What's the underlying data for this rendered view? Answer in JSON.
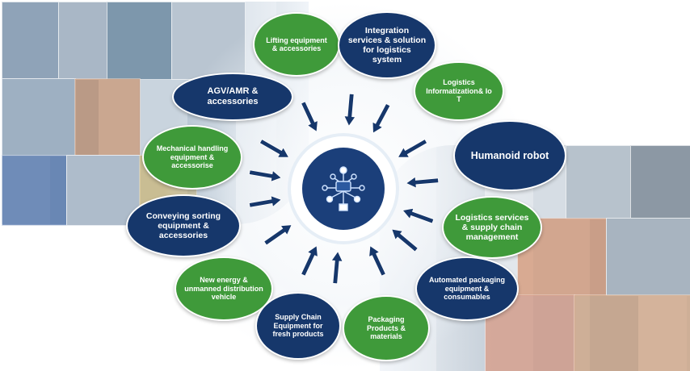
{
  "colors": {
    "navy": "#16376b",
    "green": "#3f9a3a",
    "hub": "#1b3f7a",
    "arrow": "#16376b"
  },
  "hub": {
    "icon": "network-tech-icon"
  },
  "nodes": [
    {
      "id": "lifting",
      "label": "Lifting equipment & accessories",
      "color": "green"
    },
    {
      "id": "integration",
      "label": "Integration services & solution for logistics system",
      "color": "navy"
    },
    {
      "id": "agv",
      "label": "AGV/AMR & accessories",
      "color": "navy"
    },
    {
      "id": "info",
      "label": "Logistics Informatization& Io T",
      "color": "green"
    },
    {
      "id": "mechanical",
      "label": "Mechanical handling equipment & accessorise",
      "color": "green"
    },
    {
      "id": "humanoid",
      "label": "Humanoid robot",
      "color": "navy"
    },
    {
      "id": "conveying",
      "label": "Conveying sorting equipment & accessories",
      "color": "navy"
    },
    {
      "id": "services",
      "label": "Logistics services & supply chain management",
      "color": "green"
    },
    {
      "id": "newenergy",
      "label": "New energy & unmanned distribution vehicle",
      "color": "green"
    },
    {
      "id": "packaging",
      "label": "Automated packaging equipment & consumables",
      "color": "navy"
    },
    {
      "id": "supplychain",
      "label": "Supply Chain Equipment for fresh products",
      "color": "navy"
    },
    {
      "id": "packprod",
      "label": "Packaging Products & materials",
      "color": "green"
    }
  ]
}
